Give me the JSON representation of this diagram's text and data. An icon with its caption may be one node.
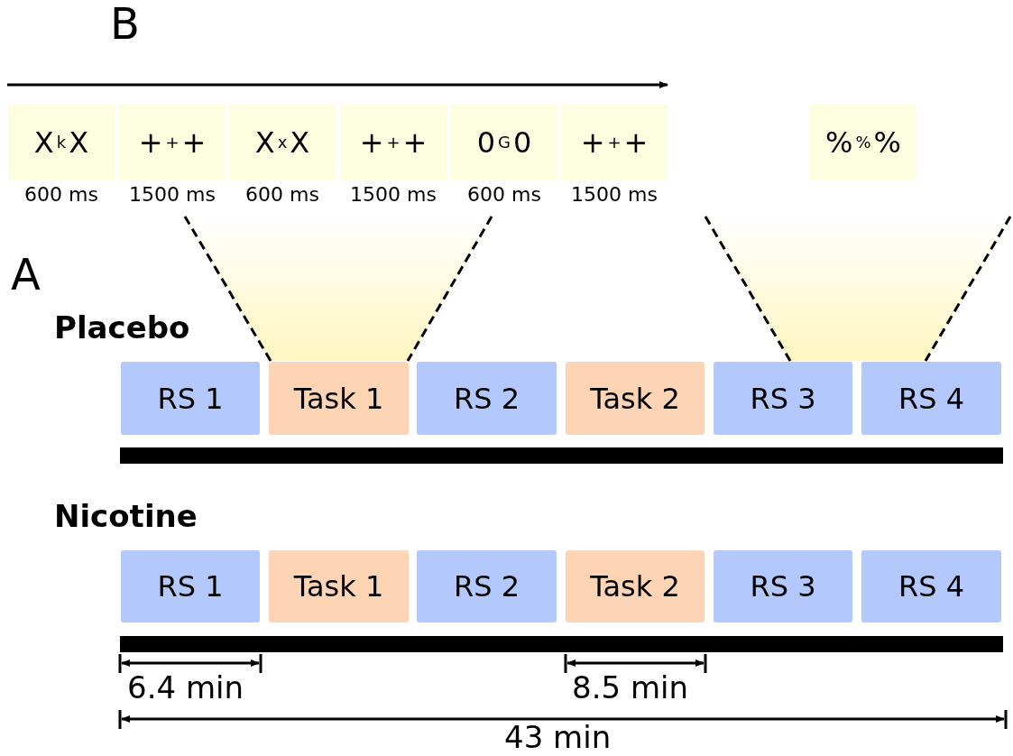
{
  "diagram": {
    "nodes": [
      {
        "text": [
          "X",
          "k",
          "X"
        ],
        "beside": [
          "600 ms"
        ]
      },
      {
        "text": [
          "+",
          "+",
          "+"
        ],
        "beside": [
          "1500 ms"
        ]
      },
      {
        "text": [
          "X",
          "x",
          "X"
        ],
        "beside": [
          "600 ms"
        ]
      },
      {
        "text": [
          "+",
          "+",
          "+"
        ],
        "beside": [
          "1500 ms"
        ]
      },
      {
        "text": [
          "0",
          "G",
          "0"
        ],
        "beside": [
          "600 ms"
        ]
      },
      {
        "text": [
          "+",
          "+",
          "+"
        ],
        "beside": [
          "1500 ms"
        ]
      },
      {
        "text": [
          "%",
          "%",
          "%"
        ]
      },
      {
        "text": [
          "RS 1"
        ]
      },
      {
        "text": [
          "Task 1"
        ]
      },
      {
        "text": [
          "RS 2"
        ]
      },
      {
        "text": [
          "Task 2"
        ]
      },
      {
        "text": [
          "RS 3"
        ]
      },
      {
        "text": [
          "RS 4"
        ]
      },
      {
        "text": [],
        "shape": "bar"
      },
      {
        "text": [
          "RS 1"
        ]
      },
      {
        "text": [
          "Task 1"
        ]
      },
      {
        "text": [
          "RS 2"
        ]
      },
      {
        "text": [
          "Task 2"
        ]
      },
      {
        "text": [
          "RS 3"
        ]
      },
      {
        "text": [
          "RS 4"
        ]
      },
      {
        "text": [],
        "shape": "bar"
      }
    ],
    "labels": [
      "B",
      "A",
      "Placebo",
      "Nicotine",
      "6.4 min",
      "8.5 min",
      "43 min"
    ]
  }
}
